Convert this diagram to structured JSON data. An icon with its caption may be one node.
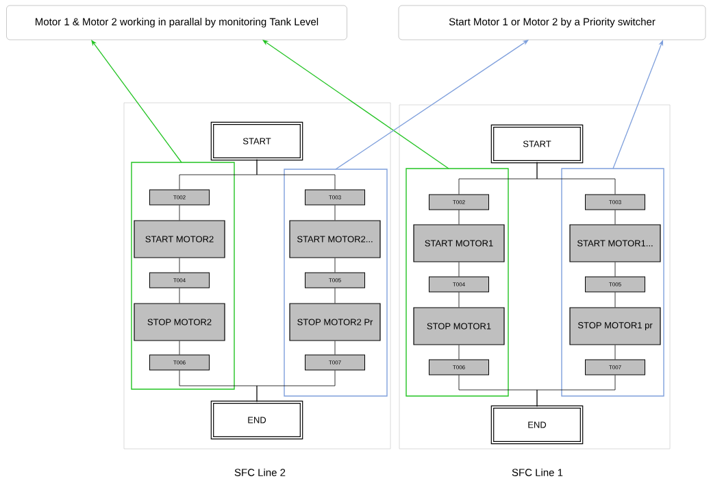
{
  "diagram": {
    "nodes": [
      {
        "text": [
          "Motor 1 & Motor 2 working in parallal by monitoring Tank Level"
        ]
      },
      {
        "text": [
          "Start Motor 1 or Motor 2 by a Priority switcher"
        ]
      },
      {
        "text": [],
        "shape": "box",
        "beside": [
          "SFC Line 2"
        ]
      },
      {
        "text": [
          "START"
        ],
        "in": 2
      },
      {
        "text": [],
        "shape": "box",
        "in": 2
      },
      {
        "text": [
          "T002"
        ],
        "in": 4
      },
      {
        "text": [
          "START MOTOR2"
        ],
        "in": 4
      },
      {
        "text": [
          "T004"
        ],
        "in": 4
      },
      {
        "text": [
          "STOP MOTOR2"
        ],
        "in": 4
      },
      {
        "text": [
          "T006"
        ],
        "in": 4
      },
      {
        "text": [],
        "shape": "box",
        "in": 2
      },
      {
        "text": [
          "T003"
        ],
        "in": 10
      },
      {
        "text": [
          "START MOTOR2..."
        ],
        "in": 10
      },
      {
        "text": [
          "T005"
        ],
        "in": 10
      },
      {
        "text": [
          "STOP MOTOR2 Pr"
        ],
        "in": 10
      },
      {
        "text": [
          "T007"
        ],
        "in": 10
      },
      {
        "text": [
          "END"
        ],
        "in": 2
      },
      {
        "text": [],
        "shape": "box",
        "beside": [
          "SFC Line 1"
        ]
      },
      {
        "text": [
          "START"
        ],
        "in": 17
      },
      {
        "text": [],
        "shape": "box",
        "in": 17
      },
      {
        "text": [
          "T002"
        ],
        "in": 19
      },
      {
        "text": [
          "START MOTOR1"
        ],
        "in": 19
      },
      {
        "text": [
          "T004"
        ],
        "in": 19
      },
      {
        "text": [
          "STOP MOTOR1"
        ],
        "in": 19
      },
      {
        "text": [
          "T006"
        ],
        "in": 19
      },
      {
        "text": [],
        "shape": "box",
        "in": 17
      },
      {
        "text": [
          "T003"
        ],
        "in": 25
      },
      {
        "text": [
          "START MOTOR1..."
        ],
        "in": 25
      },
      {
        "text": [
          "T005"
        ],
        "in": 25
      },
      {
        "text": [
          "STOP MOTOR1 pr"
        ],
        "in": 25
      },
      {
        "text": [
          "T007"
        ],
        "in": 25
      },
      {
        "text": [
          "END"
        ],
        "in": 17
      }
    ],
    "edges": [
      {
        "from": 4,
        "to": 0,
        "arrow": "to",
        "color": "#22c322"
      },
      {
        "from": 19,
        "to": 0,
        "arrow": "to",
        "color": "#22c322"
      },
      {
        "from": 10,
        "to": 1,
        "arrow": "to",
        "color": "#7e9fdc"
      },
      {
        "from": 25,
        "to": 1,
        "arrow": "to",
        "color": "#7e9fdc"
      },
      {
        "from": 3,
        "to": 5,
        "arrow": "none"
      },
      {
        "from": 3,
        "to": 11,
        "arrow": "none"
      },
      {
        "from": 5,
        "to": 6,
        "arrow": "none"
      },
      {
        "from": 6,
        "to": 7,
        "arrow": "none"
      },
      {
        "from": 7,
        "to": 8,
        "arrow": "none"
      },
      {
        "from": 8,
        "to": 9,
        "arrow": "none"
      },
      {
        "from": 11,
        "to": 12,
        "arrow": "none"
      },
      {
        "from": 12,
        "to": 13,
        "arrow": "none"
      },
      {
        "from": 13,
        "to": 14,
        "arrow": "none"
      },
      {
        "from": 14,
        "to": 15,
        "arrow": "none"
      },
      {
        "from": 9,
        "to": 16,
        "arrow": "none"
      },
      {
        "from": 15,
        "to": 16,
        "arrow": "none"
      },
      {
        "from": 18,
        "to": 20,
        "arrow": "none"
      },
      {
        "from": 18,
        "to": 26,
        "arrow": "none"
      },
      {
        "from": 20,
        "to": 21,
        "arrow": "none"
      },
      {
        "from": 21,
        "to": 22,
        "arrow": "none"
      },
      {
        "from": 22,
        "to": 23,
        "arrow": "none"
      },
      {
        "from": 23,
        "to": 24,
        "arrow": "none"
      },
      {
        "from": 26,
        "to": 27,
        "arrow": "none"
      },
      {
        "from": 27,
        "to": 28,
        "arrow": "none"
      },
      {
        "from": 28,
        "to": 29,
        "arrow": "none"
      },
      {
        "from": 29,
        "to": 30,
        "arrow": "none"
      },
      {
        "from": 24,
        "to": 31,
        "arrow": "none"
      },
      {
        "from": 30,
        "to": 31,
        "arrow": "none"
      }
    ]
  }
}
